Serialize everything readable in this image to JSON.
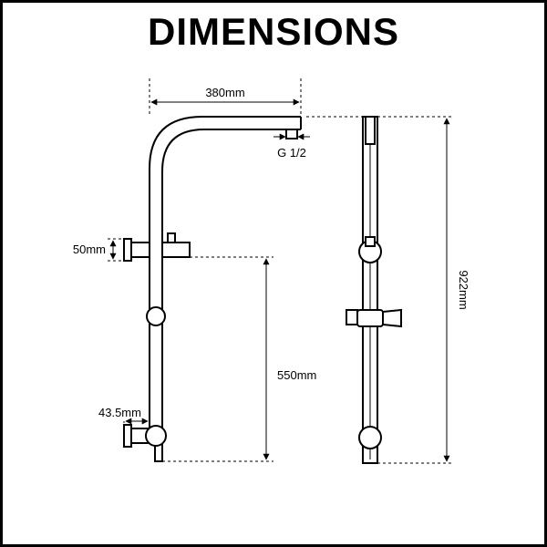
{
  "title": "DIMENSIONS",
  "dimensions": {
    "arm_length": "380mm",
    "thread": "G 1/2",
    "upper_bracket": "50mm",
    "lower_bracket": "43.5mm",
    "bracket_spacing": "550mm",
    "total_height": "922mm"
  }
}
